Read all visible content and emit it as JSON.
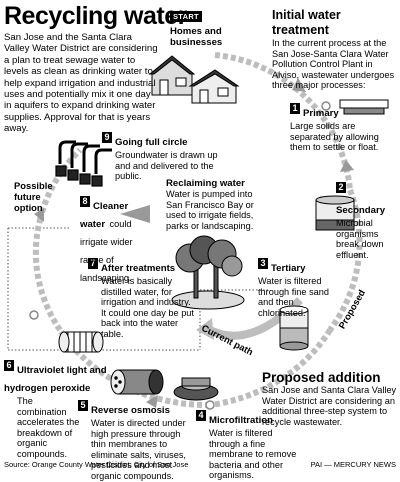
{
  "title": "Recycling water",
  "intro": "San Jose and the Santa Clara Valley Water District are considering a plan to treat sewage water to levels as clean as drinking water to help expand irrigation and industrial uses and potentially mix it one day in aquifers to expand drinking water supplies. Approval for that is years away.",
  "start": {
    "badge": "START",
    "label": "Homes and businesses"
  },
  "initial_treatment": {
    "heading": "Initial water treatment",
    "text": "In the current process at the San Jose-Santa Clara Water Pollution Control Plant in Alviso, wastewater undergoes three major processes:"
  },
  "steps": [
    {
      "num": "1",
      "title": "Primary",
      "text": "Large solids are separated by allowing them to settle or float."
    },
    {
      "num": "2",
      "title": "Secondary",
      "text": "Microbial organisms break down effluent."
    },
    {
      "num": "3",
      "title": "Tertiary",
      "text": "Water is filtered through fine sand and then chlorinated."
    },
    {
      "num": "4",
      "title": "Microfiltration",
      "text": "Water is filtered through a fine membrane to remove bacteria and other organisms."
    },
    {
      "num": "5",
      "title": "Reverse osmosis",
      "text": "Water is directed under high pressure through thin membranes to eliminate salts, viruses, pesticides and most organic compounds."
    },
    {
      "num": "6",
      "title": "Ultraviolet light and hydrogen peroxide",
      "text": "The combination accelerates the breakdown of organic compounds."
    },
    {
      "num": "7",
      "title": "After treatments",
      "text": "Water is basically distilled water, for irrigation and industry. It could one day be put back into the water table."
    },
    {
      "num": "8",
      "title": "Cleaner water",
      "text": "could irrigate wider range of landscaping."
    },
    {
      "num": "9",
      "title": "Going full circle",
      "text": "Groundwater is drawn up and and delivered to the public."
    }
  ],
  "reclaiming": {
    "heading": "Reclaiming water",
    "text": "Water is pumped into San Francisco Bay or used to irrigate fields, parks or landscaping."
  },
  "possible_future": "Possible future option",
  "current_path": "Current path",
  "proposed": "Proposed",
  "proposed_addition": {
    "heading": "Proposed addition",
    "text": "San Jose and Santa Clara Valley Water District are considering an additional three-step system to recycle wastewater."
  },
  "source": "Source: Orange County Water District, City of San Jose",
  "credit": "PAI — MERCURY NEWS"
}
